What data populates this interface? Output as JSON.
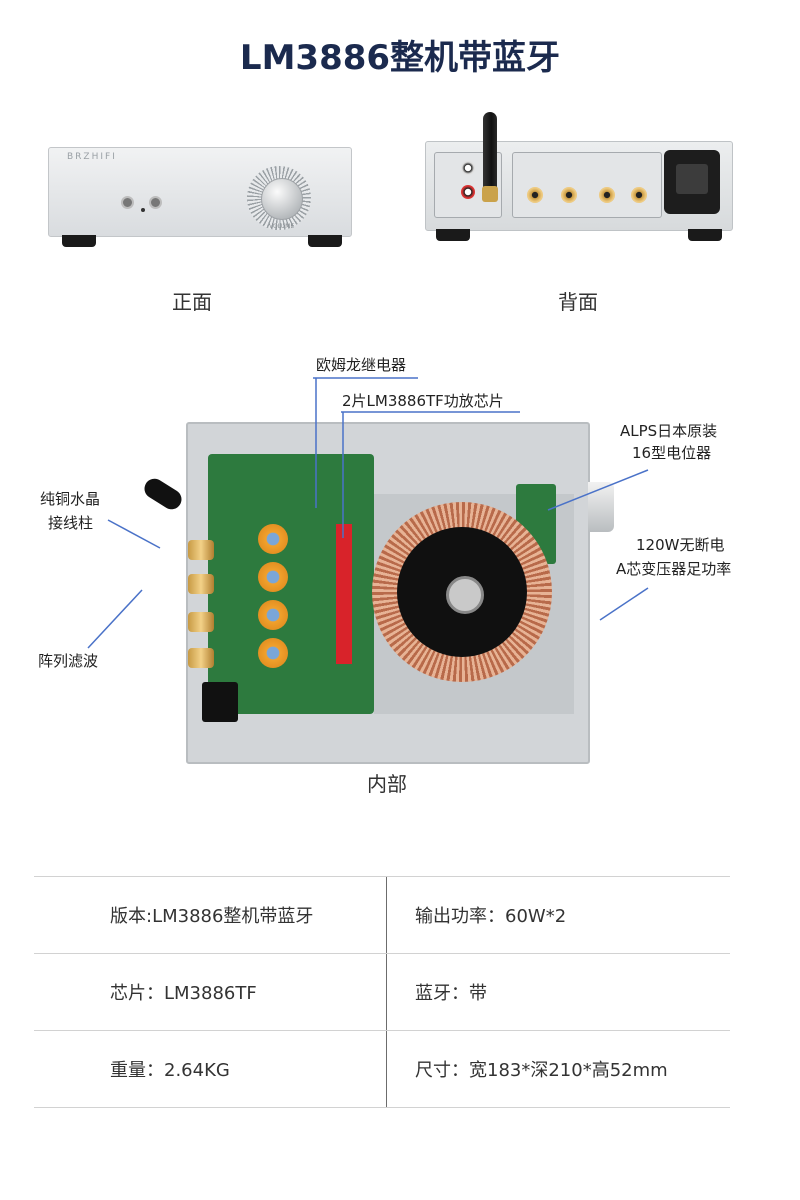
{
  "title": "LM3886整机带蓝牙",
  "front": {
    "caption": "正面",
    "brand": "BRZHIFI",
    "knob_label": "VOLUME"
  },
  "back": {
    "caption": "背面"
  },
  "internal": {
    "caption": "内部",
    "callouts": {
      "relay": "欧姆龙继电器",
      "chip": "2片LM3886TF功放芯片",
      "pot_line1": "ALPS日本原装",
      "pot_line2": "16型电位器",
      "posts_line1": "纯铜水晶",
      "posts_line2": "接线柱",
      "transformer_line1": "120W无断电",
      "transformer_line2": "A芯变压器足功率",
      "filter": "阵列滤波"
    }
  },
  "specs": [
    {
      "left": "版本:LM3886整机带蓝牙",
      "right": "输出功率：60W*2"
    },
    {
      "left": "芯片：LM3886TF",
      "right": "蓝牙：带"
    },
    {
      "left": "重量：2.64KG",
      "right": "尺寸：宽183*深210*高52mm"
    }
  ],
  "colors": {
    "title": "#1b2a4e",
    "callout_line": "#4a72c8"
  }
}
